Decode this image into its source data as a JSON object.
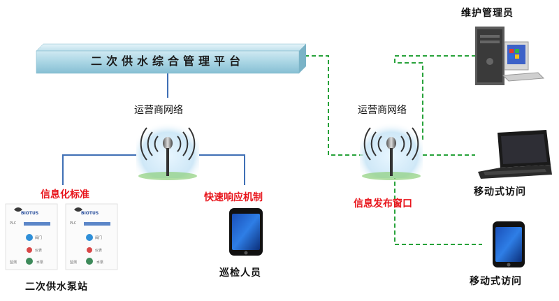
{
  "platform": {
    "title": "二次供水综合管理平台"
  },
  "networks": {
    "left": {
      "label": "运营商网络"
    },
    "right": {
      "label": "运营商网络"
    }
  },
  "labels": {
    "info_standard": "信息化标准",
    "fast_response": "快速响应机制",
    "info_release": "信息发布窗口",
    "inspection": "巡检人员",
    "pump_station": "二次供水泵站",
    "maintenance_admin": "维护管理员",
    "mobile_access_1": "移动式访问",
    "mobile_access_2": "移动式访问"
  },
  "station_cards": [
    {
      "brand": "BIOTUS",
      "items": [
        "PLC",
        "阀门",
        "仪表",
        "监测",
        "水泵"
      ]
    },
    {
      "brand": "BIOTUS",
      "items": [
        "PLC",
        "阀门",
        "仪表",
        "监测",
        "水泵"
      ]
    }
  ],
  "colors": {
    "platform_fill": "#a9d5e4",
    "link_blue": "#3f6fb5",
    "link_green": "#27a23a",
    "label_red": "#e8141b"
  }
}
